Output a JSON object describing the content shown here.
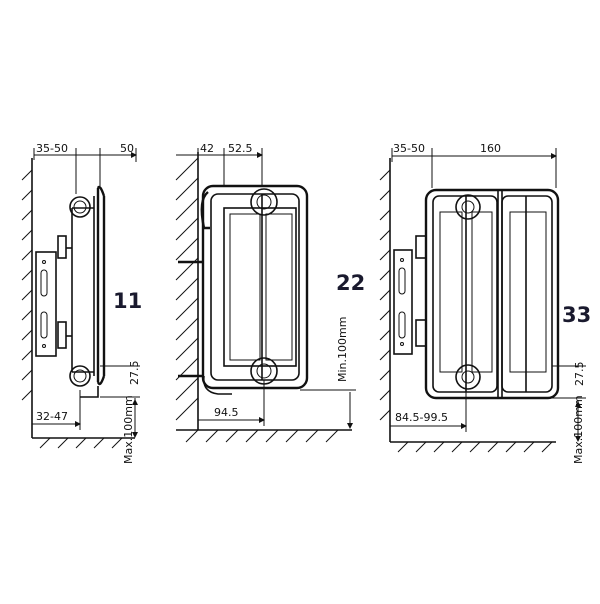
{
  "diagrams": [
    {
      "type_label": "11",
      "top_left_dim": "35-50",
      "top_right_dim": "50",
      "height_dim": "27.5",
      "bottom_dim": "32-47",
      "vertical_dim": "Max.100mm"
    },
    {
      "type_label": "22",
      "top_left_dim": "42",
      "top_right_dim": "52.5",
      "vertical_dim": "Min.100mm",
      "bottom_dim": "94.5"
    },
    {
      "type_label": "33",
      "top_left_dim": "35-50",
      "top_right_dim": "160",
      "height_dim": "27.5",
      "bottom_dim": "84.5-99.5",
      "vertical_dim": "Max.100mm"
    }
  ]
}
